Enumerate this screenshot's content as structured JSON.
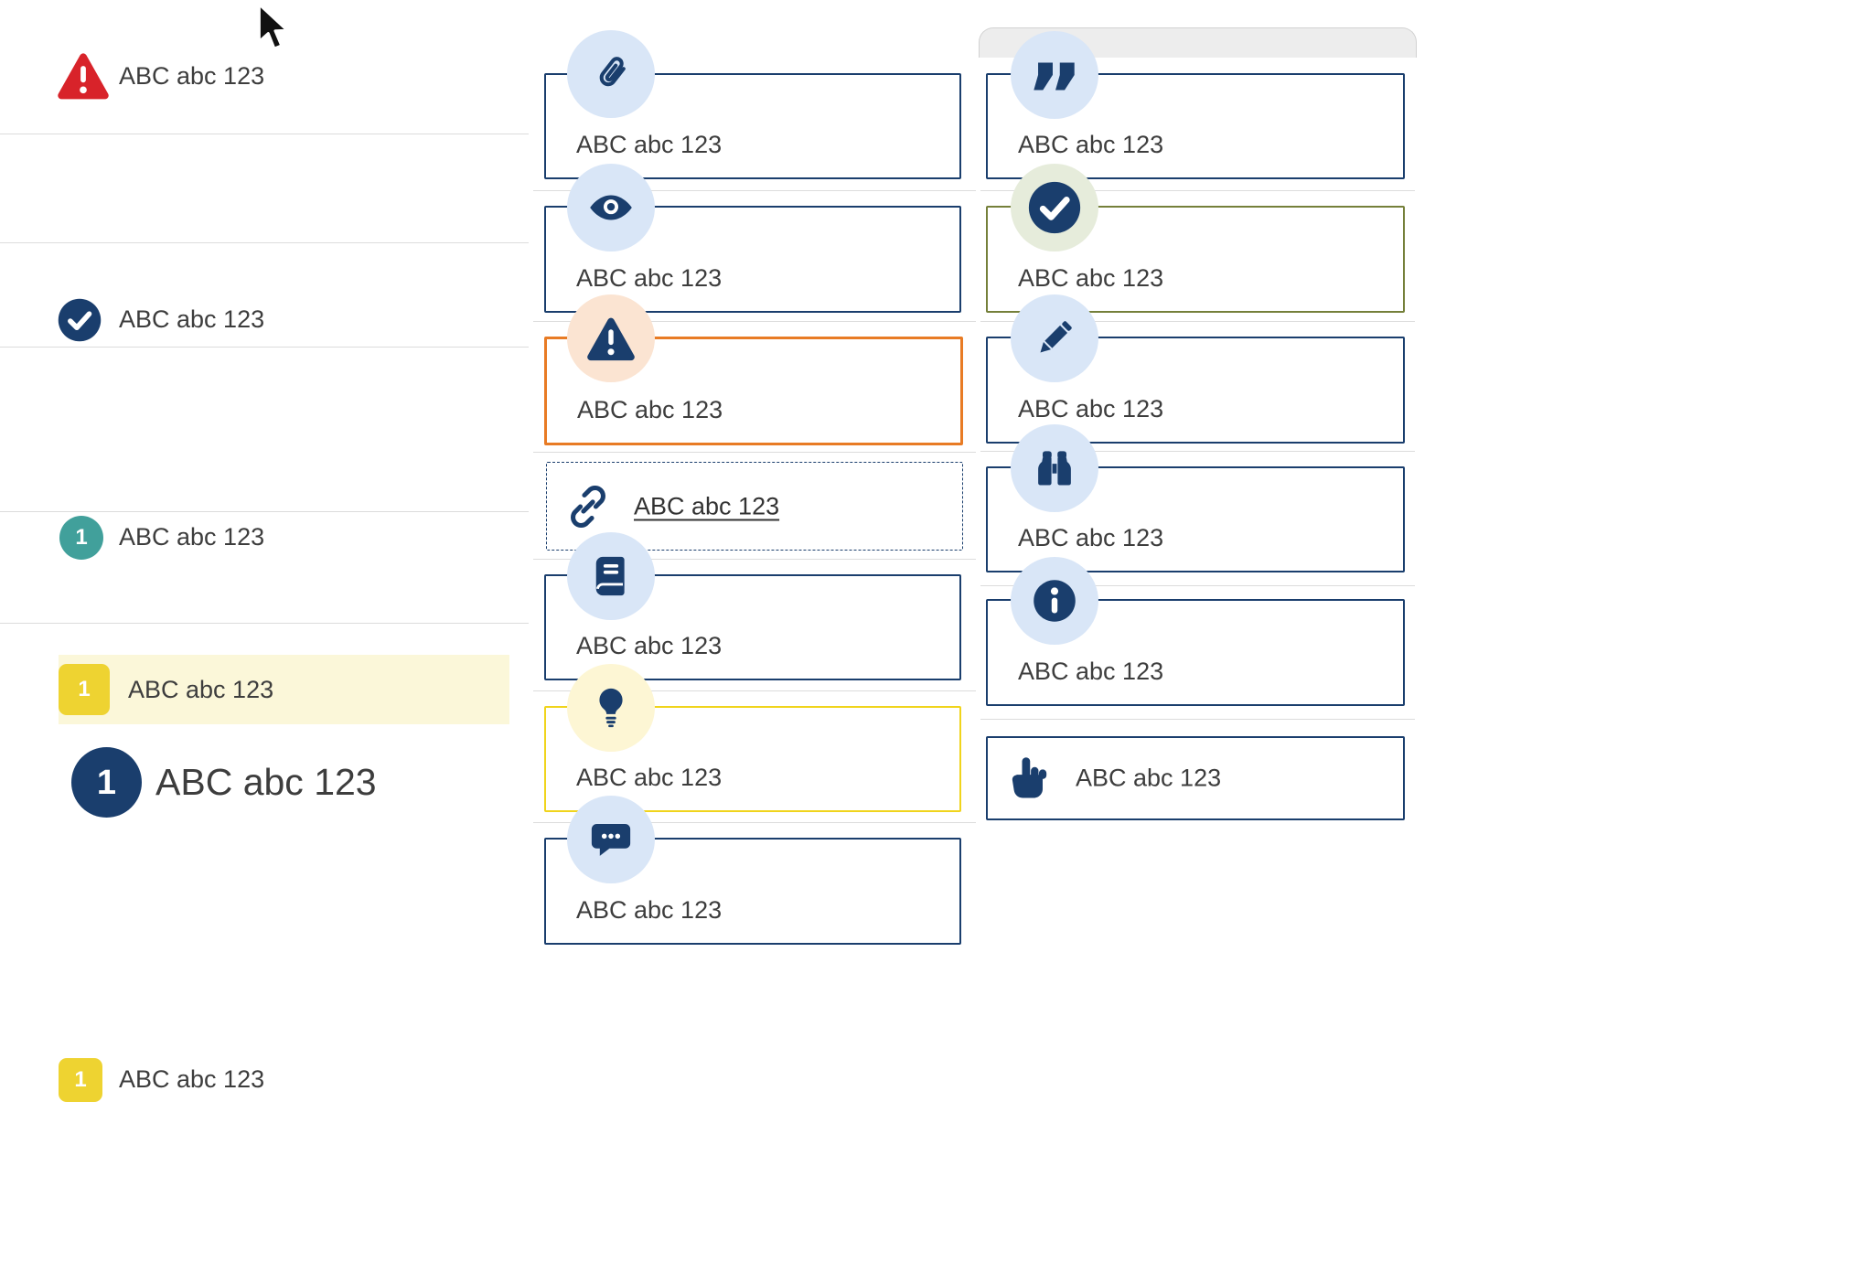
{
  "colors": {
    "navy": "#1a3e6d",
    "light_blue": "#d9e6f7",
    "red": "#d8232a",
    "teal": "#41a09b",
    "yellow_border": "#f0d41c",
    "yellow_badge": "#eed331",
    "row_highlight": "#fbf7d9",
    "orange_border": "#e87b24",
    "peach": "#fbe4d2",
    "olive_border": "#75803a",
    "sage": "#e6ecdb",
    "cream": "#fdf6d4",
    "text": "#3d3d3d"
  },
  "icons": {
    "quote_glyph": "”"
  },
  "left_list": {
    "items": [
      {
        "icon": "alert-triangle-red",
        "label": "ABC abc 123"
      },
      {
        "icon": "check-circle-navy",
        "label": "ABC abc 123"
      },
      {
        "icon": "numbered-circle-teal",
        "badge": "1",
        "label": "ABC abc 123"
      },
      {
        "icon": "numbered-circle-navy-large",
        "badge": "1",
        "label": "ABC abc 123"
      },
      {
        "icon": "numbered-square-yellow",
        "badge": "1",
        "label": "ABC abc 123"
      },
      {
        "icon": "numbered-square-yellow-highlighted",
        "badge": "1",
        "label": "ABC abc 123"
      }
    ]
  },
  "middle_cards": [
    {
      "icon": "paperclip",
      "variant": "navy",
      "label": "ABC abc 123"
    },
    {
      "icon": "eye",
      "variant": "navy",
      "label": "ABC abc 123"
    },
    {
      "icon": "alert-triangle",
      "variant": "orange",
      "label": "ABC abc 123"
    },
    {
      "icon": "link",
      "variant": "dashed",
      "label": "ABC abc 123"
    },
    {
      "icon": "book",
      "variant": "navy",
      "label": "ABC abc 123"
    },
    {
      "icon": "lightbulb",
      "variant": "yellow",
      "label": "ABC abc 123"
    },
    {
      "icon": "chat",
      "variant": "navy",
      "label": "ABC abc 123"
    }
  ],
  "right_cards": [
    {
      "icon": "quote",
      "variant": "navy",
      "label": "ABC abc 123"
    },
    {
      "icon": "check-circle",
      "variant": "olive",
      "label": "ABC abc 123"
    },
    {
      "icon": "pencil",
      "variant": "navy",
      "label": "ABC abc 123"
    },
    {
      "icon": "binoculars",
      "variant": "navy",
      "label": "ABC abc 123"
    },
    {
      "icon": "info",
      "variant": "navy",
      "label": "ABC abc 123"
    },
    {
      "icon": "hand-pointer",
      "variant": "navy-inline",
      "label": "ABC abc 123"
    }
  ]
}
